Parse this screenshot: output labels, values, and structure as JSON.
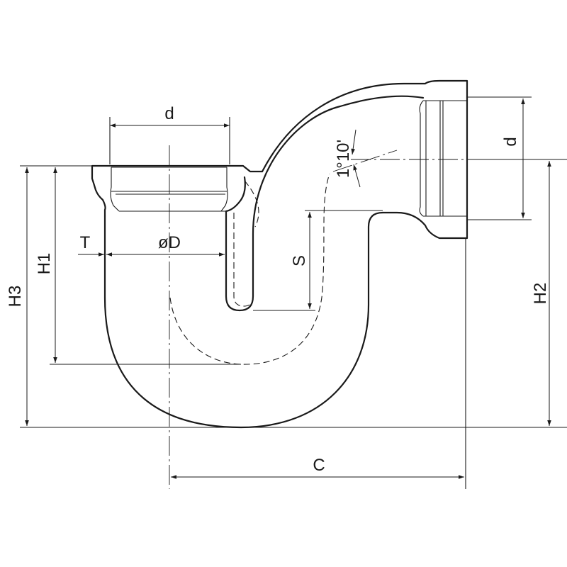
{
  "labels": {
    "d_top": "d",
    "d_right": "d",
    "diameter": "øD",
    "wall": "T",
    "seal": "S",
    "h1": "H1",
    "h2": "H2",
    "h3": "H3",
    "c": "C",
    "angle": "1°10'"
  }
}
